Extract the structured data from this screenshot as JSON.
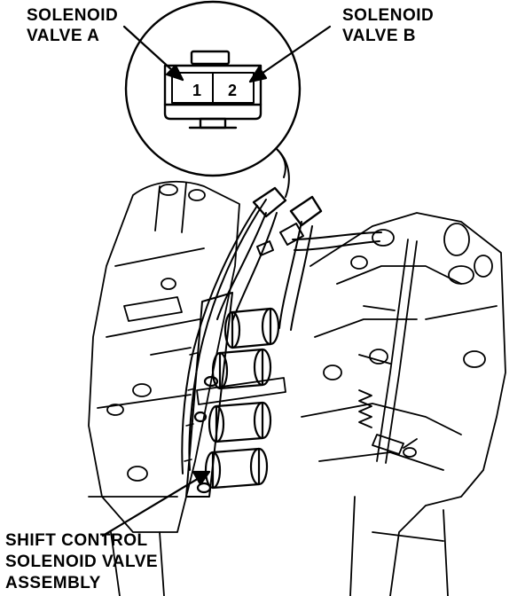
{
  "labels": {
    "solenoid_a_line1": "SOLENOID",
    "solenoid_a_line2": "VALVE A",
    "solenoid_b_line1": "SOLENOID",
    "solenoid_b_line2": "VALVE B",
    "assembly_line1": "SHIFT CONTROL",
    "assembly_line2": "SOLENOID VALVE",
    "assembly_line3": "ASSEMBLY"
  },
  "connector": {
    "pin1": "1",
    "pin2": "2"
  },
  "colors": {
    "ink": "#000000",
    "paper": "#ffffff"
  }
}
